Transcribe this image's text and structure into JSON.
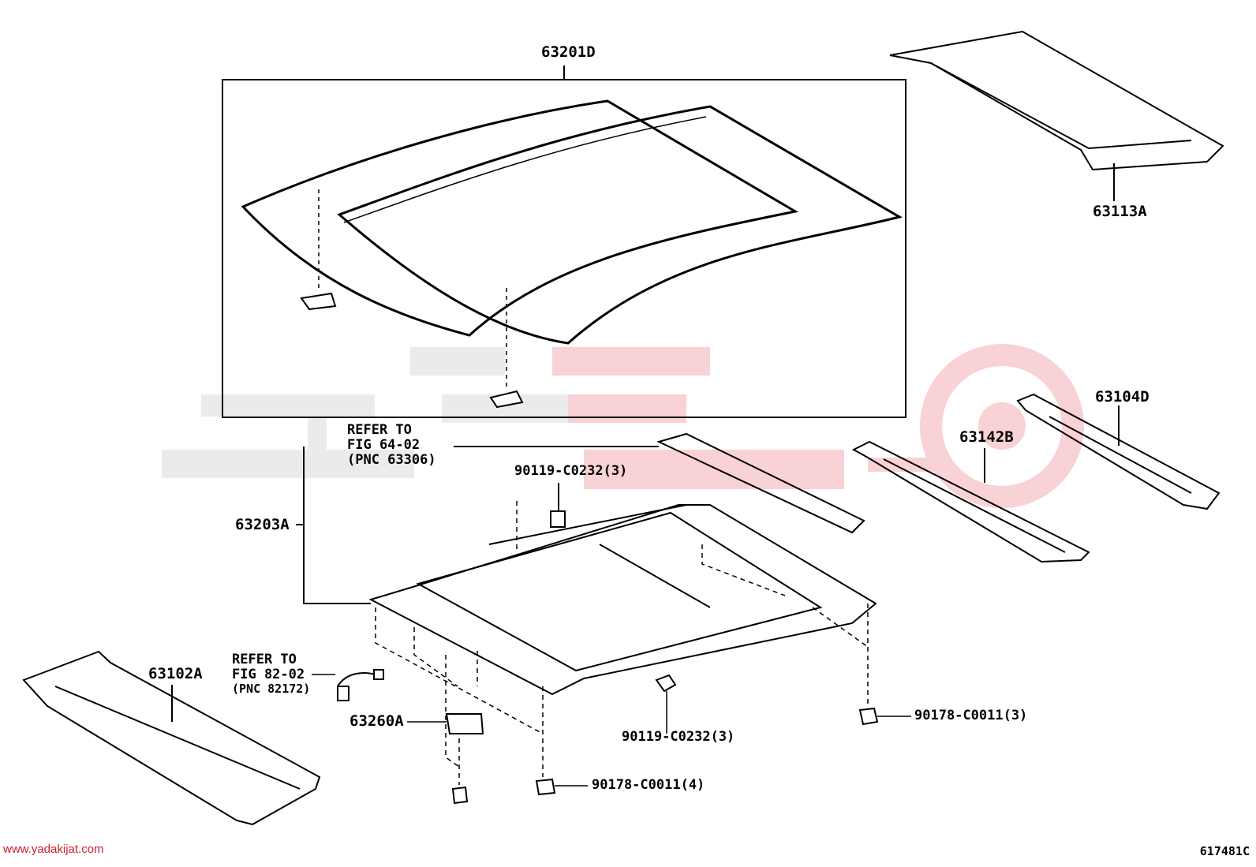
{
  "parts": {
    "p63201D": "63201D",
    "p63113A": "63113A",
    "p63104D": "63104D",
    "p63142B": "63142B",
    "p63203A": "63203A",
    "p63102A": "63102A",
    "p63260A": "63260A",
    "bolt_top": "90119-C0232(3)",
    "bolt_bottom": "90119-C0232(3)",
    "nut_right": "90178-C0011(3)",
    "nut_bottom": "90178-C0011(4)"
  },
  "refs": {
    "fig64": {
      "line1": "REFER TO",
      "line2": "FIG 64-02",
      "line3": "(PNC 63306)"
    },
    "fig82": {
      "line1": "REFER TO",
      "line2": "FIG 82-02",
      "line3": "(PNC 82172)"
    }
  },
  "footer": {
    "website": "www.yadakijat.com",
    "figure_code": "617481C"
  },
  "colors": {
    "watermark_gray": "#e6e6e6",
    "watermark_red": "#f6c4c8",
    "line": "#000000",
    "site_red": "#d0202a"
  }
}
